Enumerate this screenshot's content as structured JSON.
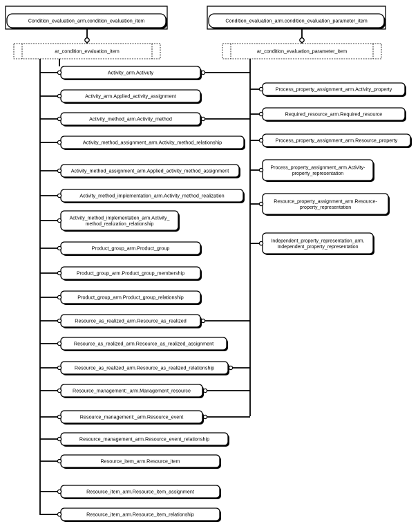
{
  "diagram": {
    "top_entities": {
      "left": "Condition_evaluation_arm.condition_evaluation_item",
      "right": "Condition_evaluation_arm.condition_evaluation_parameter_item"
    },
    "selects": {
      "left": "ar_condition_evaluation_item",
      "right": "ar_condition_evaluation_parameter_item"
    },
    "left_items": [
      [
        "Activity_arm.Activuty"
      ],
      [
        "Activity_arm.Applied_activity_assignment"
      ],
      [
        "Activity_method_arm.Activity_method"
      ],
      [
        "Activity_method_assignment_arm.Activity_method_relationship"
      ],
      [
        "Activity_method_assignment_arm.Applied_activity_method_assignment"
      ],
      [
        "Activity_method_implementation_arm.Activity_method_realization"
      ],
      [
        "Activity_method_implementation_arm.Activity_",
        "method_realization_relationship"
      ],
      [
        "Product_group_arm.Product_group"
      ],
      [
        "Product_group_arm.Product_group_membership"
      ],
      [
        "Product_group_arm.Product_group_relationship"
      ],
      [
        "Resource_as_realized_arm.Resource_as_realized"
      ],
      [
        "Resource_as_realized_arm.Resource_as_realized_assignment"
      ],
      [
        "Resource_as_realized_arm.Resource_as_realized_relationship"
      ],
      [
        "Resource_management:_arm.Management_resource"
      ],
      [
        "Resource_management:_arm.Resource_event"
      ],
      [
        "Resource_management_arm.Resource_event_relationship"
      ],
      [
        "Resource_item_arm.Resource_item"
      ],
      [
        "Resource_item_arm.Resource_item_assignment"
      ],
      [
        "Resource_item_arm.Resource_item_relationship"
      ]
    ],
    "right_items": [
      [
        "Process_property_assignment_arm.Activity_property"
      ],
      [
        "Required_resource_arm.Required_resource"
      ],
      [
        "Process_property_assignment_arm.Resource_property"
      ],
      [
        "Process_property_assignment_arm.Activity-",
        "property_representation"
      ],
      [
        "Resource_property_assignment_arm.Resource-",
        "property_representation"
      ],
      [
        "Independent_property_representation_arm.",
        "Independent_property_representation"
      ]
    ]
  }
}
